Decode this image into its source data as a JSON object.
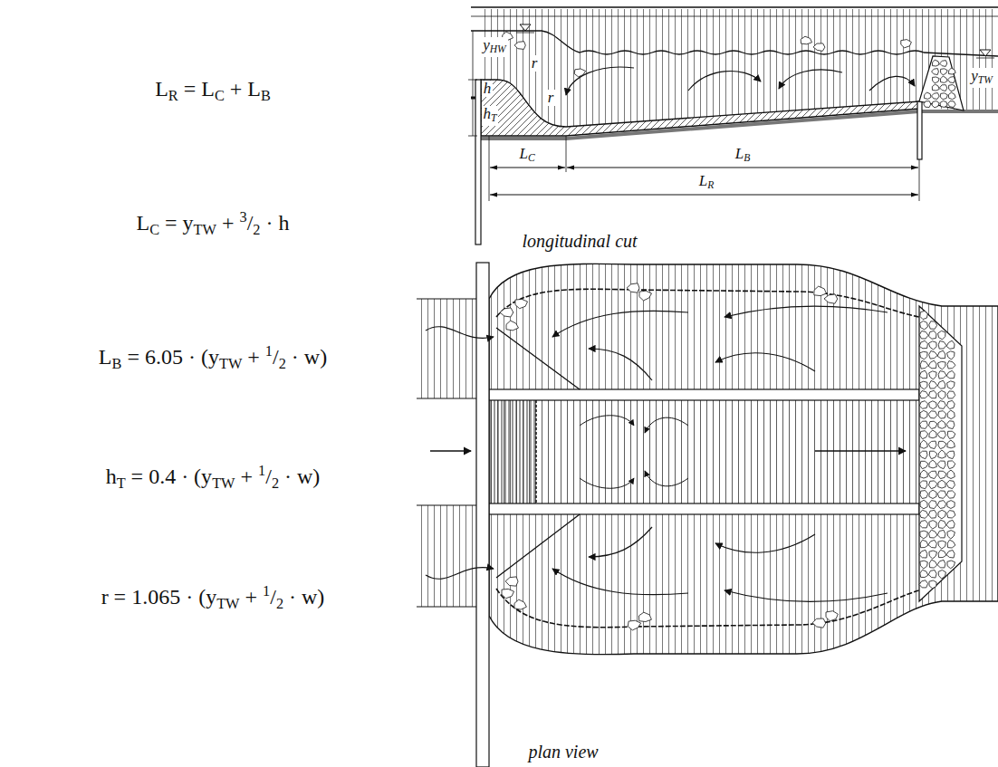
{
  "diagram": {
    "labels": [
      "LR = LC + LB",
      "LC = yTW + 3/2 · h",
      "LB = 6.05 · (yTW + 1/2 · w)",
      "hT = 0.4 · (yTW + 1/2 · w)",
      "r = 1.065 · (yTW + 1/2 · w)",
      "yHW",
      "h",
      "hT",
      "r",
      "r",
      "yTW",
      "LC",
      "LB",
      "LR",
      "longitudinal cut",
      "plan view"
    ]
  }
}
